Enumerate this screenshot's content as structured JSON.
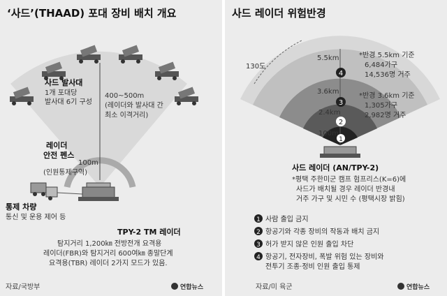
{
  "left": {
    "title": "‘사드’(THAAD) 포대 장비 배치 개요",
    "launcher_label": "사드 발사대",
    "launcher_desc": [
      "1개 포대당",
      "발사대 6기 구성"
    ],
    "distance_label": "400~500m",
    "distance_desc": [
      "(레이더와 발사대 간",
      "최소 이격거리)"
    ],
    "fence_label": [
      "레이더",
      "안전 펜스"
    ],
    "fence_radius": "100m",
    "fence_desc": "(인원통제구역)",
    "control_label": "통제 차량",
    "control_desc": "통신 및 운용 제어 등",
    "radar_label": "TPY-2 TM 레이더",
    "radar_desc": [
      "탐지거리 1,200㎞ 전방전개 요격용",
      "레이더(FBR)와 탐지거리 600여㎞ 종말단계",
      "요격용(TBR) 레이더 2가지 모드가 있음."
    ],
    "source": "자료/국방부",
    "logo": "연합뉴스"
  },
  "right": {
    "title": "사드 레이더 위험반경",
    "angle_label": "130도",
    "rings": [
      "5.5km",
      "3.6km",
      "2.4km",
      "100m"
    ],
    "ring_notes": {
      "r55": [
        "*반경 5.5km 기준",
        "6,484가구",
        "14,536명 거주"
      ],
      "r36": [
        "*반경 3.6km 기준",
        "1,305가구",
        "2,982명 거주"
      ]
    },
    "radar_label": "사드 레이더 (AN/TPY-2)",
    "note": [
      "*평택 주한미군 캠프 험프리스(K=6)에",
      "사드가 배치될 경우 레이더 반경내",
      "거주 가구 및 시민 수 (평택시장 밝힘)"
    ],
    "legend": [
      {
        "num": "1",
        "text": "사람 출입 금지"
      },
      {
        "num": "2",
        "text": "항공기와 각종 장비의 작동과 배치 금지"
      },
      {
        "num": "3",
        "text": "허가 받지 않은 인원 출입 차단"
      },
      {
        "num": "4",
        "text": [
          "항공기, 전자장비, 폭발 위험 있는 장비와",
          "전투기 조종·정비 인원 출입 통제"
        ]
      }
    ],
    "source": "자료/미 육군",
    "logo": "연합뉴스"
  },
  "colors": {
    "panel_bg": "#ececec",
    "zone1": "#222222",
    "zone2": "#5a5a5a",
    "zone3": "#8c8c8c",
    "zone4": "#c0c0c0",
    "zone5": "#d8d8d8"
  }
}
